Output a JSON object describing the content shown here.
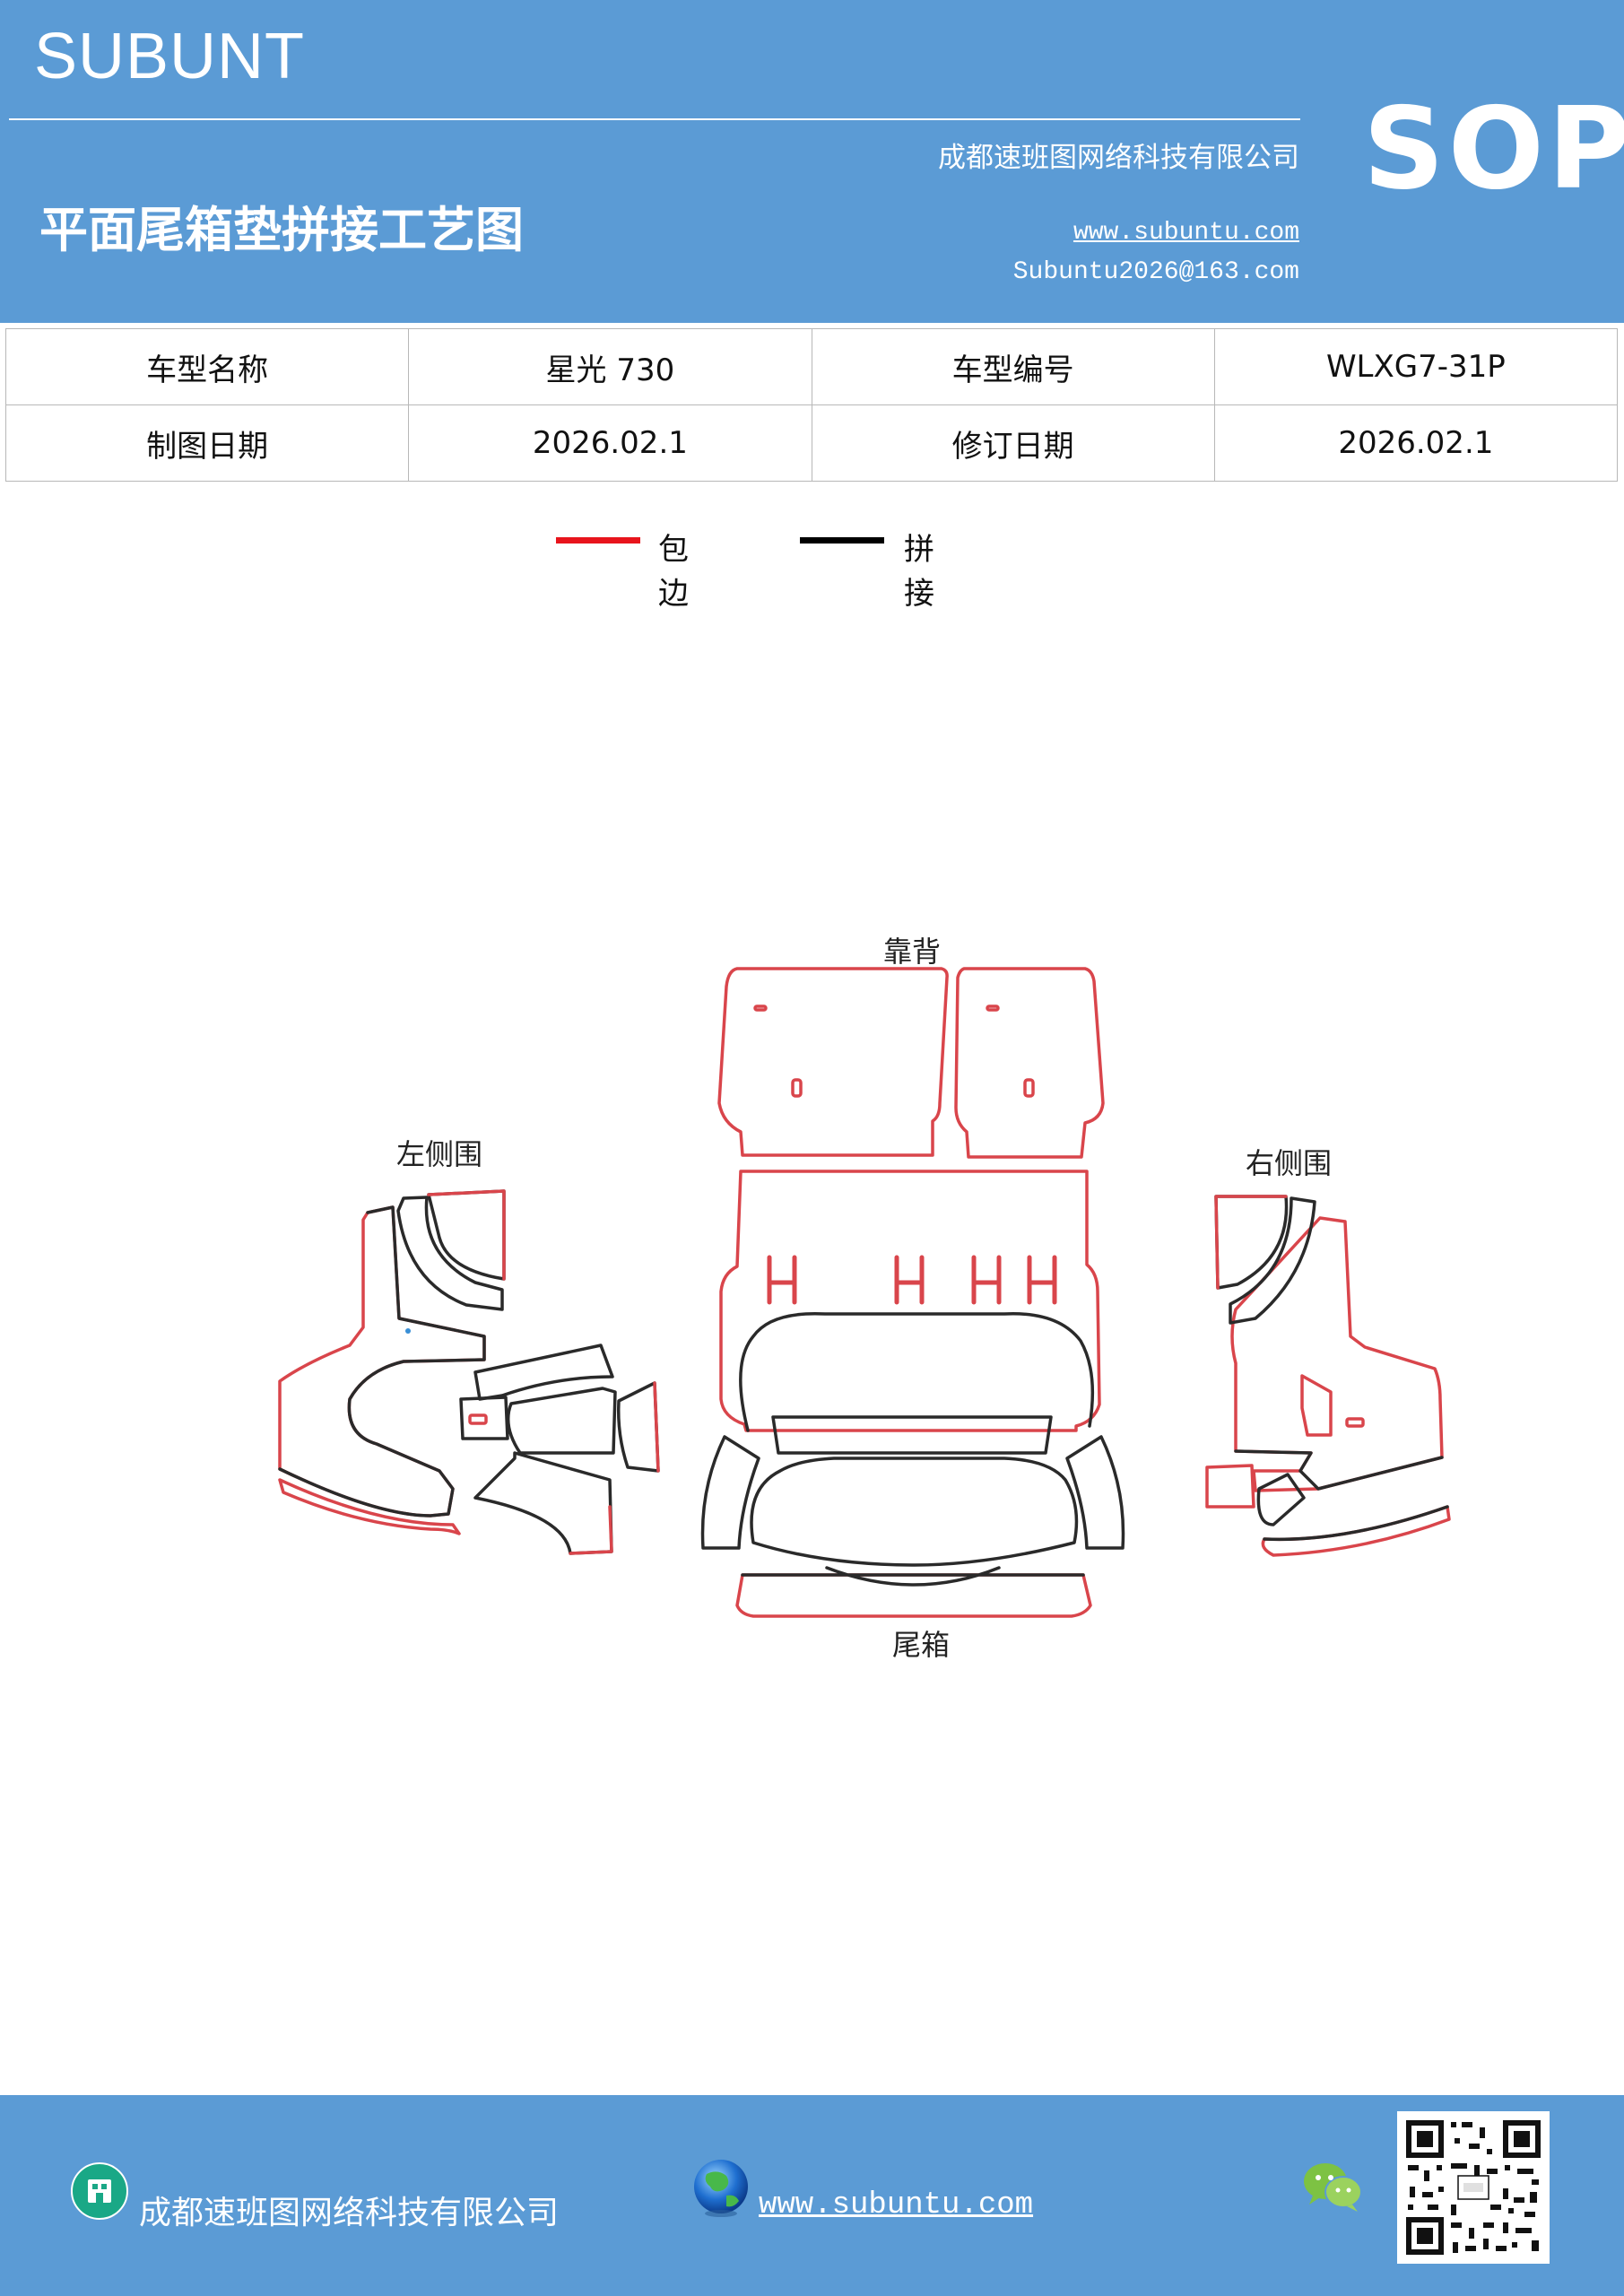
{
  "header": {
    "brand": "SUBUNT",
    "title": "平面尾箱垫拼接工艺图",
    "company": "成都速班图网络科技有限公司",
    "website": "www.subuntu.com",
    "email": "Subuntu2026@163.com",
    "badge": "SOP"
  },
  "info_table": {
    "rows": [
      [
        "车型名称",
        "星光 730",
        "车型编号",
        "WLXG7-31P"
      ],
      [
        "制图日期",
        "2026.02.1",
        "修订日期",
        "2026.02.1"
      ]
    ]
  },
  "legend": [
    {
      "label": "包边",
      "color": "#e8141c"
    },
    {
      "label": "拼接",
      "color": "#000000"
    }
  ],
  "diagram": {
    "labels": {
      "backrest": "靠背",
      "left_side": "左侧围",
      "right_side": "右侧围",
      "trunk": "尾箱"
    },
    "colors": {
      "edge": "#d9454b",
      "seam": "#2a2a2a"
    }
  },
  "footer": {
    "company": "成都速班图网络科技有限公司",
    "website": "www.subuntu.com",
    "icons": [
      "building-icon",
      "globe-icon",
      "wechat-icon",
      "qr-code"
    ]
  }
}
